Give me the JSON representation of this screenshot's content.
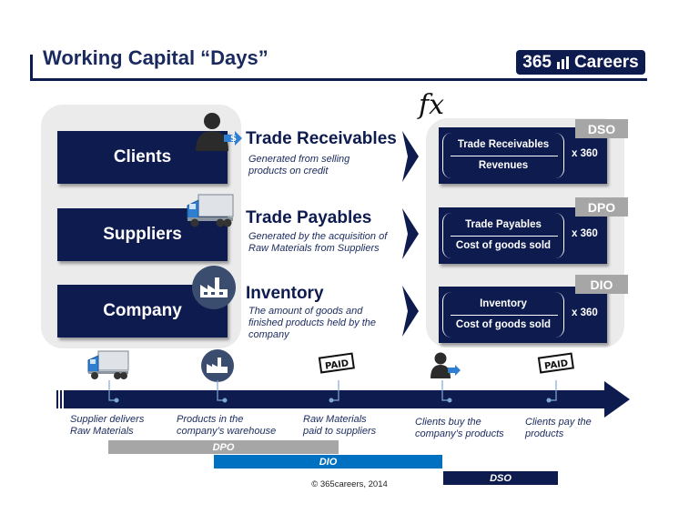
{
  "header": {
    "title": "Working Capital “Days”",
    "logo_text_number": "365",
    "logo_text_brand": "Careers"
  },
  "formula_symbol": "fx",
  "rows": [
    {
      "entity": "Clients",
      "heading": "Trade Receivables",
      "description_lines": [
        "Generated from selling",
        "products on credit"
      ],
      "numerator": "Trade Receivables",
      "denominator": "Revenues",
      "multiplier": "x 360",
      "metric": "DSO"
    },
    {
      "entity": "Suppliers",
      "heading": "Trade Payables",
      "description_lines": [
        "Generated by the acquisition of",
        "Raw Materials from Suppliers"
      ],
      "numerator": "Trade Payables",
      "denominator": "Cost of goods sold",
      "multiplier": "x 360",
      "metric": "DPO"
    },
    {
      "entity": "Company",
      "heading": "Inventory",
      "description_lines": [
        "The amount of goods and",
        "finished products held by the",
        "company"
      ],
      "numerator": "Inventory",
      "denominator": "Cost of goods sold",
      "multiplier": "x 360",
      "metric": "DIO"
    }
  ],
  "timeline": {
    "icon_paid": "PAID",
    "events": [
      {
        "lines": [
          "Supplier delivers",
          "Raw Materials"
        ],
        "icon": "truck-icon"
      },
      {
        "lines": [
          "Products in the",
          "company’s warehouse"
        ],
        "icon": "factory-icon"
      },
      {
        "lines": [
          "Raw Materials",
          "paid to suppliers"
        ],
        "icon": "paid-stamp-icon"
      },
      {
        "lines": [
          "Clients buy the",
          "company’s products"
        ],
        "icon": "client-icon"
      },
      {
        "lines": [
          "Clients pay the",
          "products"
        ],
        "icon": "paid-stamp-icon"
      }
    ],
    "periods": [
      {
        "label": "DPO",
        "color": "#a6a6a6"
      },
      {
        "label": "DIO",
        "color": "#0070c0"
      },
      {
        "label": "DSO",
        "color": "#0d1b4f"
      }
    ]
  },
  "colors": {
    "navy": "#0d1b4f",
    "grey_panel": "#ebebeb",
    "blue": "#0070c0",
    "grey_tag": "#a6a6a6"
  },
  "footer": {
    "copyright": "© 365careers, 2014"
  }
}
